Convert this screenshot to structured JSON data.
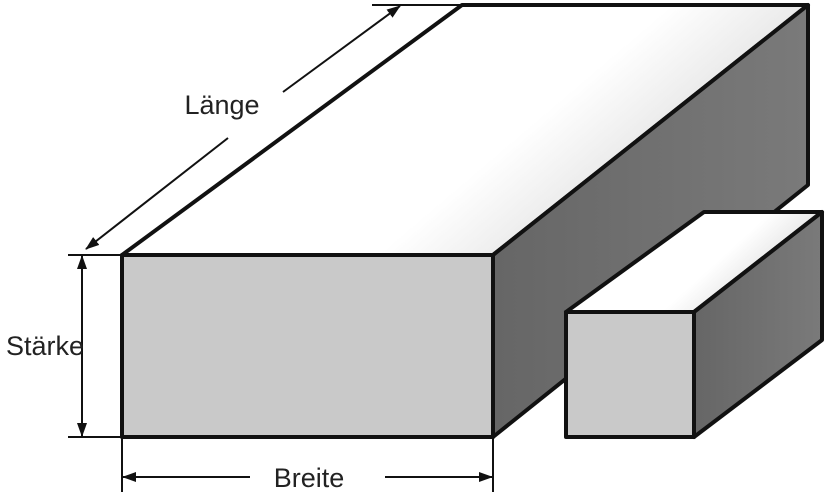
{
  "labels": {
    "length": "Länge",
    "thickness": "Stärke",
    "width": "Breite"
  },
  "colors": {
    "front_face": "#c9c9c9",
    "side_face": "#6f6f6f",
    "top_face_light": "#ffffff",
    "top_face_dark": "#cfcfcf",
    "outline": "#111111"
  }
}
